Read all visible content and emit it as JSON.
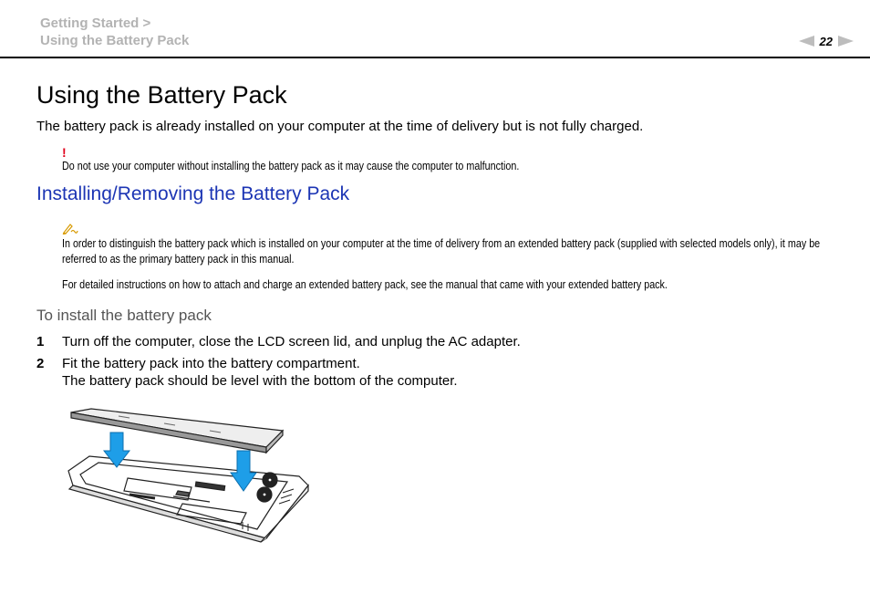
{
  "header": {
    "breadcrumb_line1": "Getting Started >",
    "breadcrumb_line2": "Using the Battery Pack",
    "page_number": "22"
  },
  "main": {
    "title": "Using the Battery Pack",
    "intro": "The battery pack is already installed on your computer at the time of delivery but is not fully charged.",
    "warning_mark": "!",
    "warning_text": "Do not use your computer without installing the battery pack as it may cause the computer to malfunction.",
    "section_title": "Installing/Removing the Battery Pack",
    "note_icon": "pencil-note-icon",
    "note1": "In order to distinguish the battery pack which is installed on your computer at the time of delivery from an extended battery pack (supplied with selected models only), it may be referred to as the primary battery pack in this manual.",
    "note2": "For detailed instructions on how to attach and charge an extended battery pack, see the manual that came with your extended battery pack.",
    "subsection_title": "To install the battery pack",
    "steps": [
      {
        "number": "1",
        "text": "Turn off the computer, close the LCD screen lid, and unplug the AC adapter."
      },
      {
        "number": "2",
        "text": "Fit the battery pack into the battery compartment.",
        "detail": "The battery pack should be level with the bottom of the computer."
      }
    ]
  },
  "colors": {
    "section_heading": "#1c35b4",
    "warning": "#e0001b",
    "arrow": "#1e9ee8",
    "breadcrumb": "#b3b3b3"
  }
}
